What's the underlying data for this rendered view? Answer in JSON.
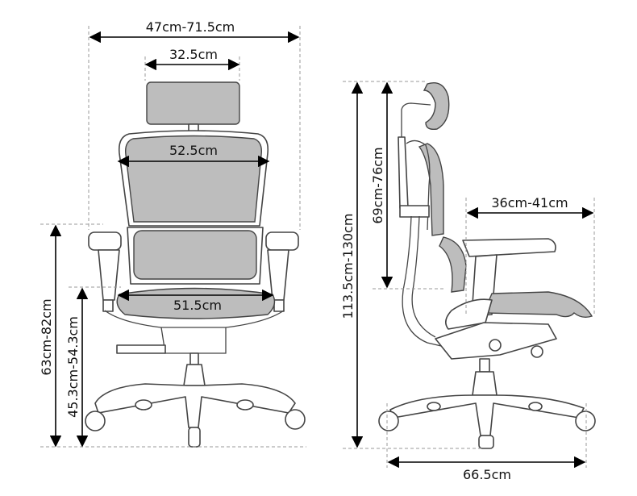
{
  "front_view": {
    "overall_width": "47cm-71.5cm",
    "headrest_width": "32.5cm",
    "backrest_width": "52.5cm",
    "seat_width": "51.5cm",
    "armrest_height": "63cm-82cm",
    "seat_height": "45.3cm-54.3cm"
  },
  "side_view": {
    "total_height": "113.5cm-130cm",
    "backrest_height": "69cm-76cm",
    "armrest_depth": "36cm-41cm",
    "base_depth": "66.5cm"
  },
  "colors": {
    "mesh": "#bdbdbd",
    "outline": "#444444",
    "dimension": "#000000"
  }
}
